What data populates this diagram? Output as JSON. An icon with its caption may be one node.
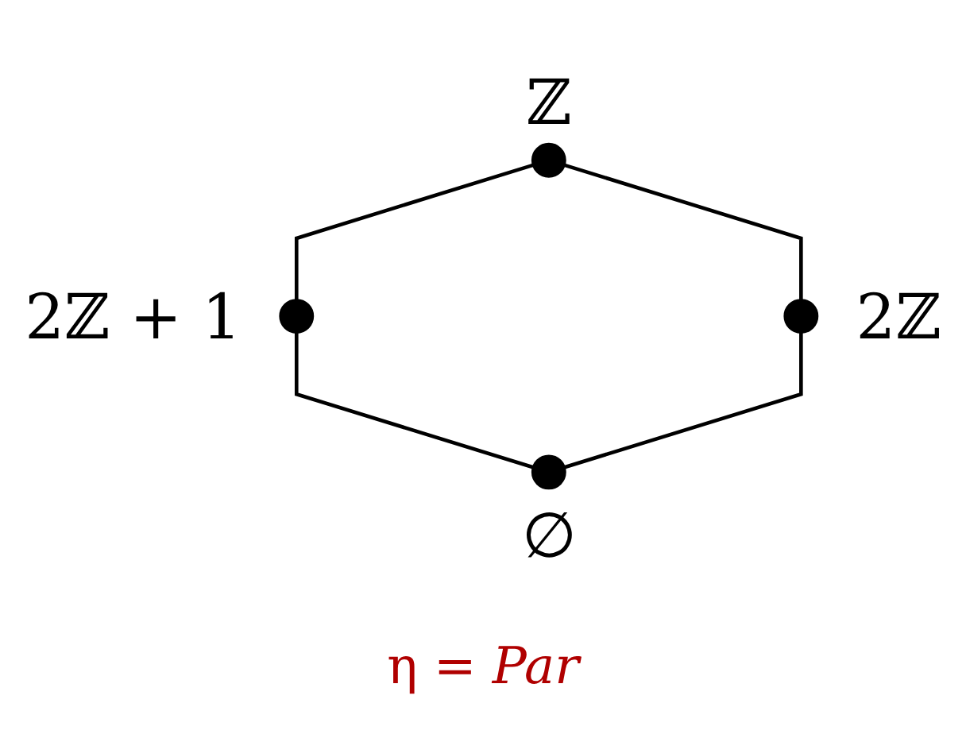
{
  "diagram": {
    "caption": "η = *Par*",
    "nodes": [
      {
        "text": [],
        "shape": "circle",
        "beside": [
          "ℤ"
        ]
      },
      {
        "text": [],
        "shape": "circle",
        "beside": [
          "2ℤ + 1"
        ]
      },
      {
        "text": [],
        "shape": "circle",
        "beside": [
          "2ℤ"
        ]
      },
      {
        "text": [],
        "shape": "circle",
        "beside": [
          "∅"
        ]
      }
    ],
    "edges": [
      {
        "from": 0,
        "to": 1,
        "arrow": "none"
      },
      {
        "from": 0,
        "to": 2,
        "arrow": "none"
      },
      {
        "from": 1,
        "to": 3,
        "arrow": "none"
      },
      {
        "from": 2,
        "to": 3,
        "arrow": "none"
      }
    ]
  }
}
